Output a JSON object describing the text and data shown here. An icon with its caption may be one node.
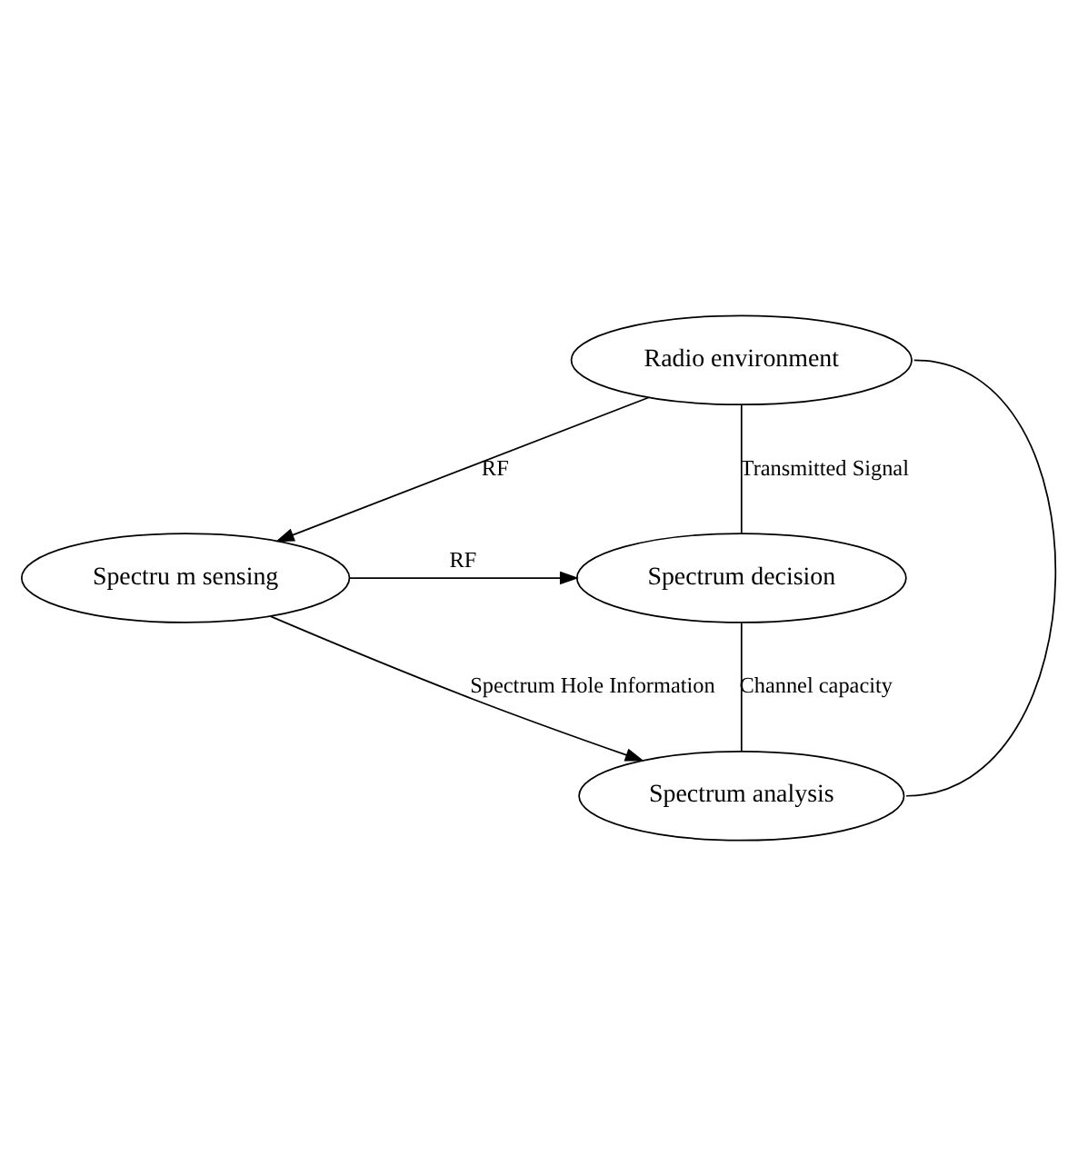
{
  "diagram": {
    "nodes": [
      {
        "text": [
          "Radio environment"
        ]
      },
      {
        "text": [
          "Spectru m sensing"
        ]
      },
      {
        "text": [
          "Spectrum decision"
        ]
      },
      {
        "text": [
          "Spectrum analysis"
        ]
      }
    ],
    "edges": [
      {
        "from": 0,
        "to": 1,
        "arrow": "to",
        "label": "RF"
      },
      {
        "from": 1,
        "to": 2,
        "arrow": "to",
        "label": "RF"
      },
      {
        "from": 1,
        "to": 3,
        "arrow": "to",
        "label": "Spectrum Hole Information"
      },
      {
        "from": 2,
        "to": 0,
        "arrow": "none",
        "label": "Transmitted Signal"
      },
      {
        "from": 0,
        "to": 3,
        "arrow": "none"
      },
      {
        "from": 2,
        "to": 3,
        "arrow": "none",
        "label": "Channel capacity"
      }
    ]
  }
}
